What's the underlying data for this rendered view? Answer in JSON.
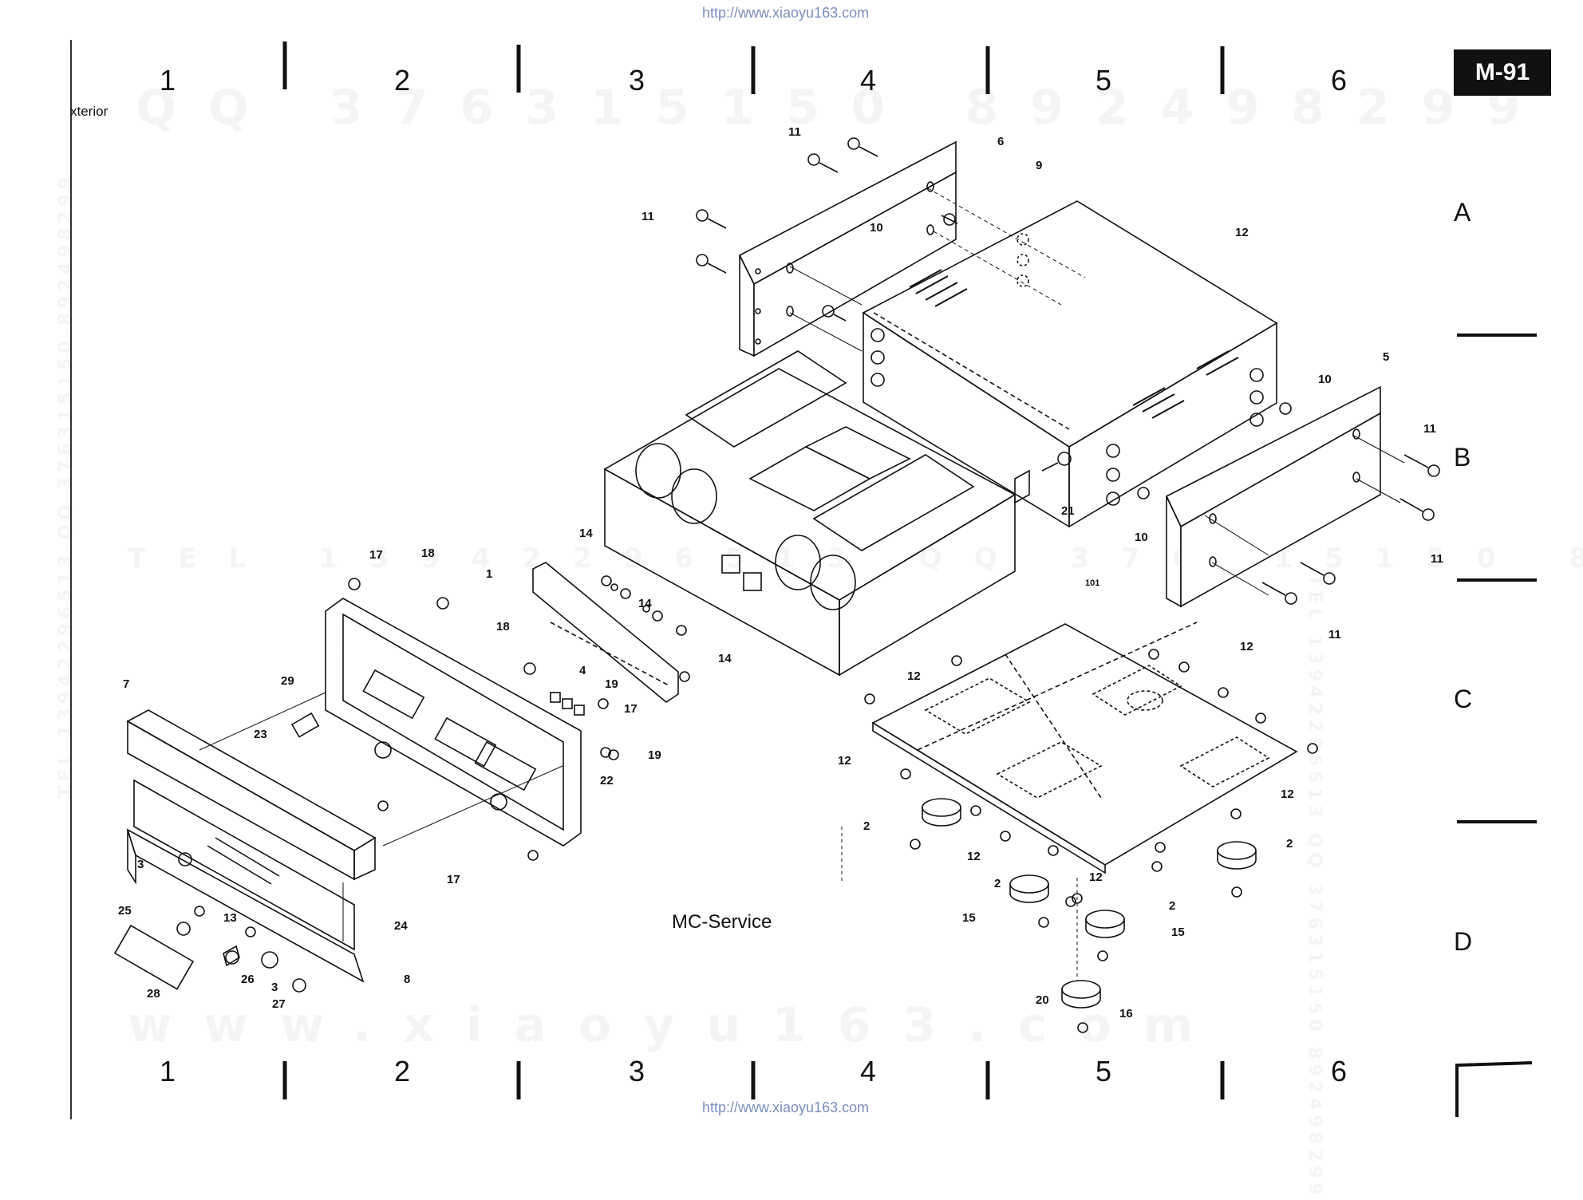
{
  "header": {
    "url_top": "http://www.xiaoyu163.com",
    "url_bottom": "http://www.xiaoyu163.com",
    "section_label": "xterior",
    "model_badge": "M-91"
  },
  "grid": {
    "columns_top": [
      "1",
      "2",
      "3",
      "4",
      "5",
      "6"
    ],
    "columns_bottom": [
      "1",
      "2",
      "3",
      "4",
      "5",
      "6"
    ],
    "rows": [
      "A",
      "B",
      "C",
      "D"
    ]
  },
  "watermarks": {
    "line1": "QQ 376315150  892498299",
    "line2": "TEL 13942296513  QQ 376315150 892498299",
    "line3": "www.xiaoyu163.com",
    "side": "TEL 13942296513 QQ 376315150 892498299"
  },
  "credit": "MC-Service",
  "callouts": {
    "c1": "1",
    "c2a": "2",
    "c2b": "2",
    "c2c": "2",
    "c2d": "2",
    "c3a": "3",
    "c3b": "3",
    "c4": "4",
    "c5": "5",
    "c6": "6",
    "c7": "7",
    "c8": "8",
    "c9": "9",
    "c10a": "10",
    "c10b": "10",
    "c10c": "10",
    "c11a": "11",
    "c11b": "11",
    "c11c": "11",
    "c11d": "11",
    "c11e": "11",
    "c12a": "12",
    "c12b": "12",
    "c12c": "12",
    "c12d": "12",
    "c12e": "12",
    "c12f": "12",
    "c12g": "12",
    "c13": "13",
    "c14a": "14",
    "c14b": "14",
    "c14c": "14",
    "c15a": "15",
    "c15b": "15",
    "c16": "16",
    "c17a": "17",
    "c17b": "17",
    "c17c": "17",
    "c18a": "18",
    "c18b": "18",
    "c19a": "19",
    "c19b": "19",
    "c20": "20",
    "c21": "21",
    "c22": "22",
    "c23": "23",
    "c24": "24",
    "c25": "25",
    "c26": "26",
    "c27": "27",
    "c28": "28",
    "c29": "29",
    "c101": "101"
  }
}
